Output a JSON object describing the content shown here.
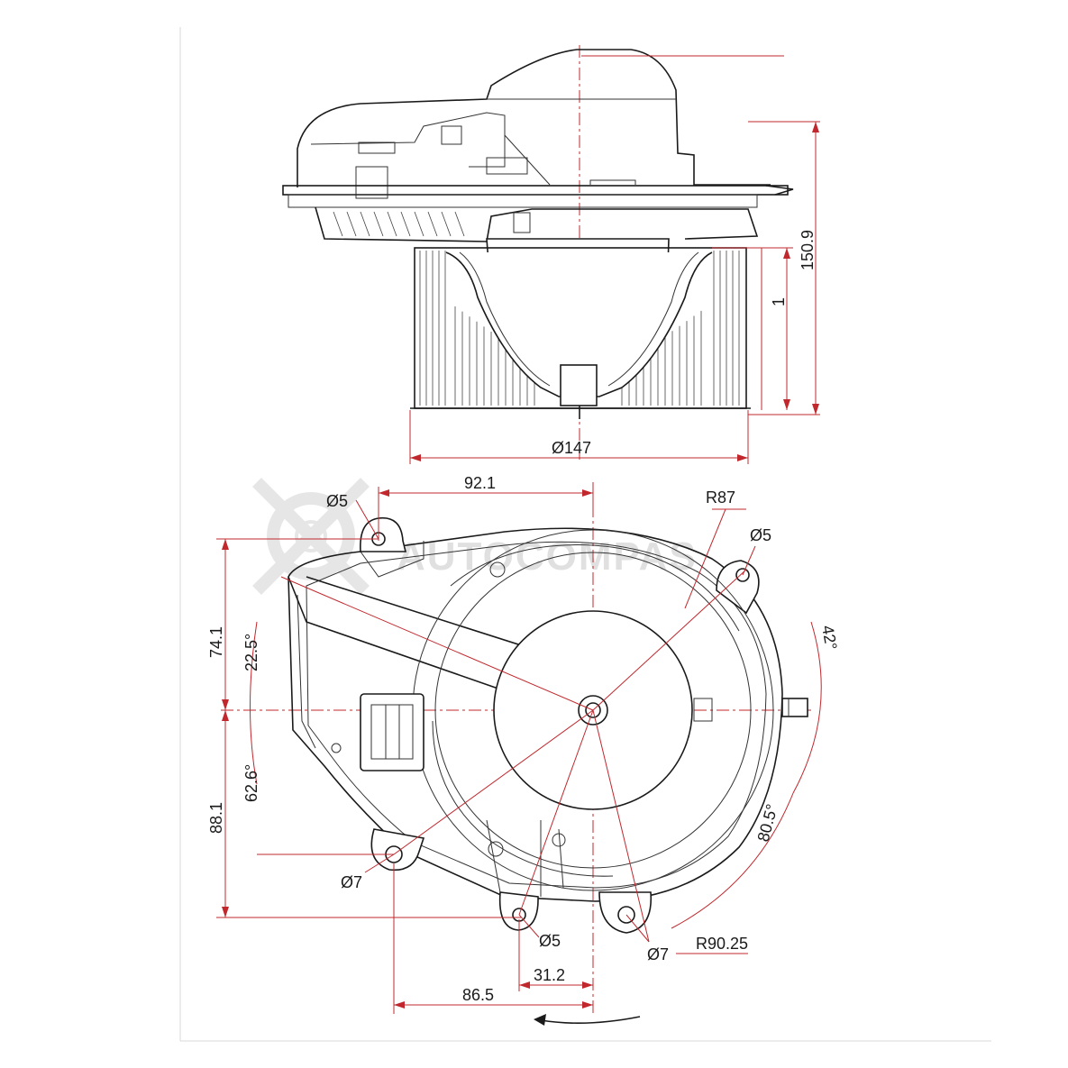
{
  "watermark": {
    "text": "AUTOCOMPAS"
  },
  "top_view": {
    "dimensions": {
      "height_total": "150.9",
      "height_fan": "1",
      "diameter": "Ø147"
    }
  },
  "bottom_view": {
    "dimensions": {
      "offset_top": "92.1",
      "hole_top_left": "Ø5",
      "radius_top": "R87",
      "hole_top_right": "Ø5",
      "height_upper": "74.1",
      "angle_upper": "22.5°",
      "angle_right": "42°",
      "height_lower": "88.1",
      "angle_lower": "62.6°",
      "angle_bottom_right": "80.5°",
      "hole_left": "Ø7",
      "hole_bottom_mid": "Ø5",
      "hole_bottom_right": "Ø7",
      "radius_bottom": "R90.25",
      "offset_mid": "31.2",
      "offset_bottom": "86.5"
    }
  },
  "colors": {
    "dimension": "#c0282d",
    "outline": "#1a1a1a"
  }
}
